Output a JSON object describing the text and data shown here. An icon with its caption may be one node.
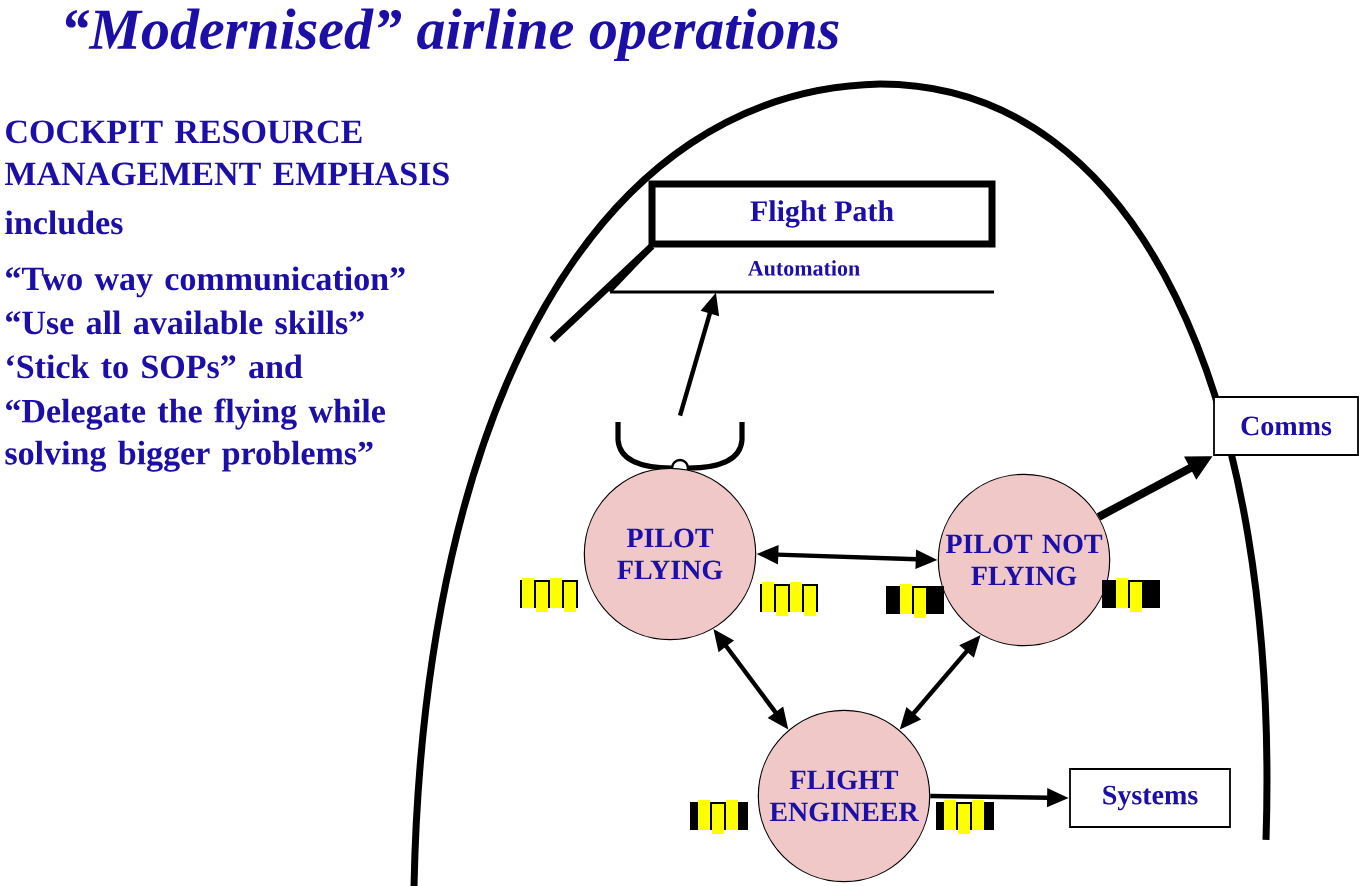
{
  "diagram": {
    "title": "“Modernised” airline operations",
    "nodes": [
      {
        "text": [
          "Flight Path"
        ]
      },
      {
        "text": [
          "Automation"
        ]
      },
      {
        "text": [],
        "shape": "picture"
      },
      {
        "text": [
          "PILOT FLYING"
        ]
      },
      {
        "text": [
          "PILOT NOT FLYING"
        ]
      },
      {
        "text": [
          "FLIGHT ENGINEER"
        ]
      },
      {
        "text": [
          "Comms"
        ]
      },
      {
        "text": [
          "Systems"
        ]
      }
    ],
    "edges": [
      {
        "from": 2,
        "to": 1,
        "arrow": "to"
      },
      {
        "from": 3,
        "to": 4,
        "arrow": "both"
      },
      {
        "from": 4,
        "to": 6,
        "arrow": "to",
        "style": "thick"
      },
      {
        "from": 3,
        "to": 5,
        "arrow": "both"
      },
      {
        "from": 4,
        "to": 5,
        "arrow": "both"
      },
      {
        "from": 5,
        "to": 7,
        "arrow": "to"
      }
    ],
    "labels": [
      "COCKPIT RESOURCE MANAGEMENT EMPHASIS",
      "includes",
      "“Two way communication”",
      "“Use all available skills”",
      "‘Stick to SOPs” and",
      "“Delegate the flying while solving bigger problems”"
    ]
  }
}
